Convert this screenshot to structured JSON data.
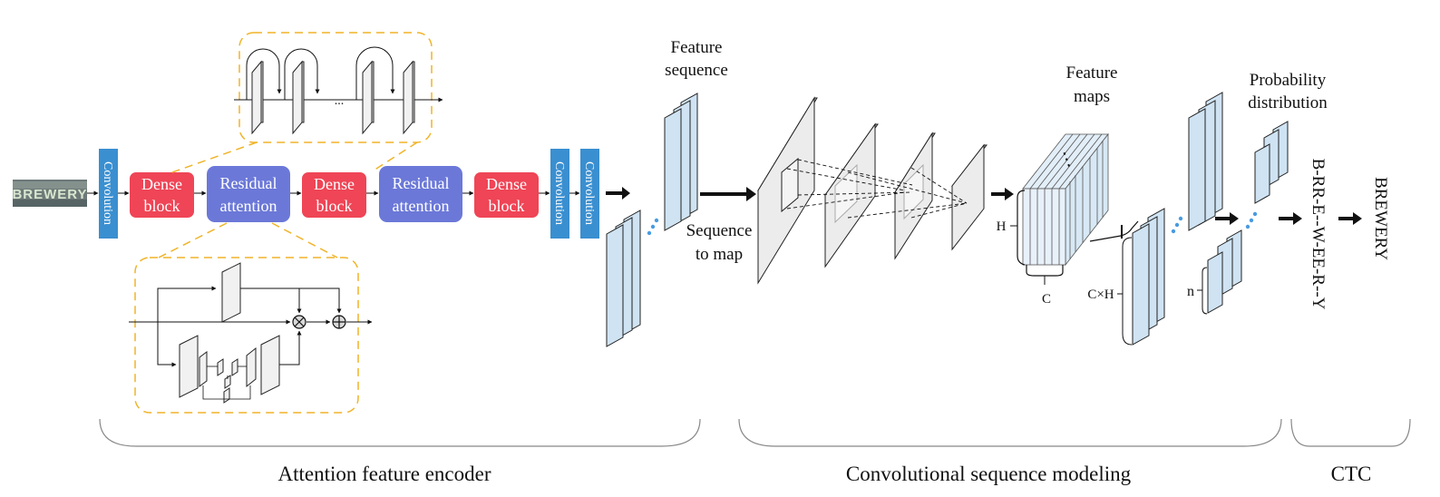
{
  "input_image": {
    "text": "BREWERY"
  },
  "encoder": {
    "blocks": [
      {
        "label": "Convolution"
      },
      {
        "line1": "Dense",
        "line2": "block"
      },
      {
        "line1": "Residual",
        "line2": "attention"
      },
      {
        "line1": "Dense",
        "line2": "block"
      },
      {
        "line1": "Residual",
        "line2": "attention"
      },
      {
        "line1": "Dense",
        "line2": "block"
      },
      {
        "label": "Convolution"
      },
      {
        "label": "Convolution"
      }
    ],
    "zoom_ellipsis": "...",
    "section_label": "Attention feature encoder"
  },
  "feature_sequence": {
    "line1": "Feature",
    "line2": "sequence"
  },
  "sequence_to_map": {
    "line1": "Sequence",
    "line2": "to map"
  },
  "feature_maps": {
    "line1": "Feature",
    "line2": "maps",
    "h_label": "H",
    "c_label": "C",
    "dots": "⋮"
  },
  "cxh_label": "C×H",
  "n_label": "n",
  "probability": {
    "line1": "Probability",
    "line2": "distribution"
  },
  "ctc": {
    "raw_sequence": "B-RR-E--W-EE-R--Y",
    "output": "BREWERY",
    "section_label": "CTC"
  },
  "sections": {
    "middle_label": "Convolutional sequence modeling"
  },
  "colors": {
    "conv_blue": "#3a8fd0",
    "dense_red": "#ef4556",
    "residual_purple": "#6b78d8",
    "feature_fill": "#cfe3f3",
    "zoom_dash": "#f0b429",
    "dot_blue": "#4a9be0"
  }
}
